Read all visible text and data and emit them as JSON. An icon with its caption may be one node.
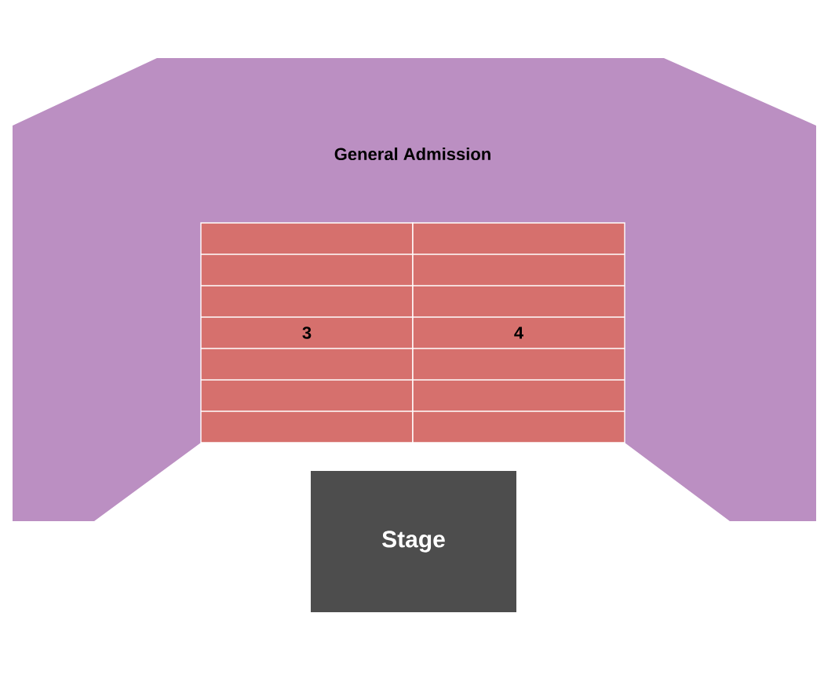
{
  "diagram": {
    "nodes": [
      {
        "text": [
          "General Admission"
        ]
      },
      {
        "text": [
          "3"
        ]
      },
      {
        "text": [
          "4"
        ]
      },
      {
        "text": [
          "Stage"
        ]
      }
    ]
  }
}
